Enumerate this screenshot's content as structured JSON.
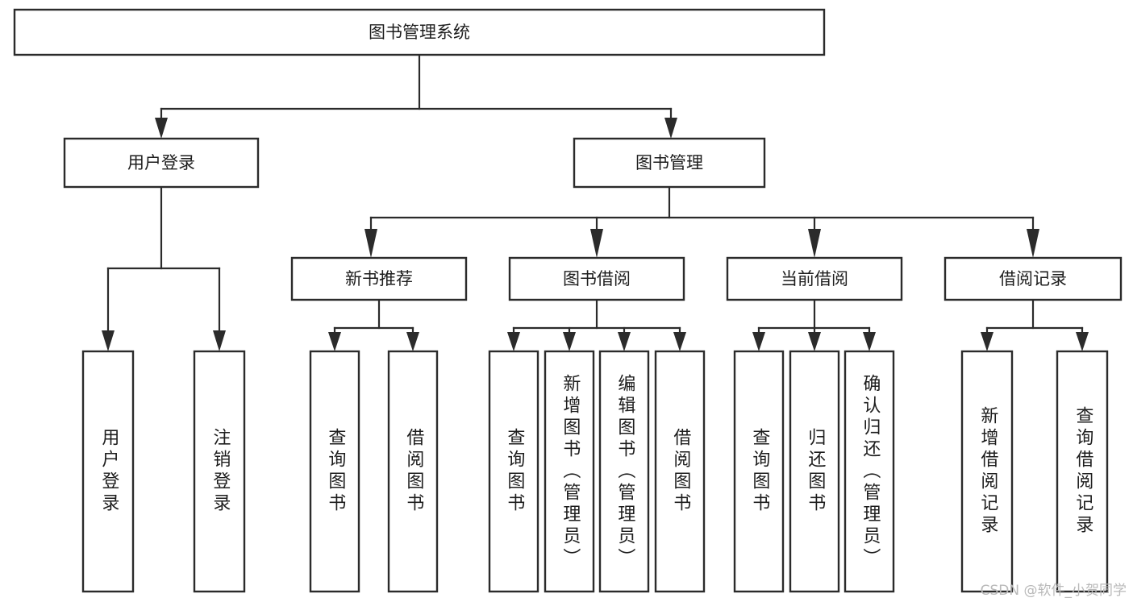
{
  "diagram": {
    "type": "tree",
    "title": "图书管理系统",
    "root": {
      "id": "root",
      "label": "图书管理系统"
    },
    "level2": [
      {
        "id": "user-login",
        "label": "用户登录"
      },
      {
        "id": "book-manage",
        "label": "图书管理"
      }
    ],
    "level3": [
      {
        "id": "new-book-rec",
        "label": "新书推荐"
      },
      {
        "id": "book-borrow",
        "label": "图书借阅"
      },
      {
        "id": "current-borrow",
        "label": "当前借阅"
      },
      {
        "id": "borrow-record",
        "label": "借阅记录"
      }
    ],
    "leaves": {
      "user_login": [
        {
          "id": "leaf-user-login",
          "label": "用户登录"
        },
        {
          "id": "leaf-logout",
          "label": "注销登录"
        }
      ],
      "new_book_rec": [
        {
          "id": "leaf-query-book-1",
          "label": "查询图书"
        },
        {
          "id": "leaf-borrow-book-1",
          "label": "借阅图书"
        }
      ],
      "book_borrow": [
        {
          "id": "leaf-query-book-2",
          "label": "查询图书"
        },
        {
          "id": "leaf-add-book",
          "label": "新增图书（管理员）"
        },
        {
          "id": "leaf-edit-book",
          "label": "编辑图书（管理员）"
        },
        {
          "id": "leaf-borrow-book-2",
          "label": "借阅图书"
        }
      ],
      "current_borrow": [
        {
          "id": "leaf-query-book-3",
          "label": "查询图书"
        },
        {
          "id": "leaf-return-book",
          "label": "归还图书"
        },
        {
          "id": "leaf-confirm-return",
          "label": "确认归还（管理员）"
        }
      ],
      "borrow_record": [
        {
          "id": "leaf-add-record",
          "label": "新增借阅记录"
        },
        {
          "id": "leaf-query-record",
          "label": "查询借阅记录"
        }
      ]
    }
  },
  "watermark": {
    "text": "CSDN @软件_小贺同学"
  },
  "colors": {
    "stroke": "#2b2b2b",
    "fill": "#ffffff",
    "text": "#1d1d1d",
    "watermark": "#b9b9b9"
  }
}
